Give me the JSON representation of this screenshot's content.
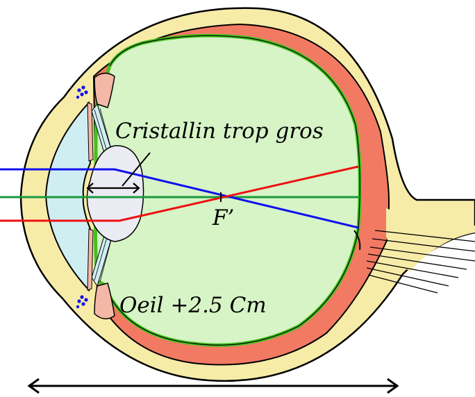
{
  "labels": {
    "lens_label": "Cristallin trop gros",
    "focal_point": "F’",
    "eye_label": "Oeil +2.5 Cm"
  },
  "colors": {
    "sclera": "#f7eba8",
    "choroid": "#f27a63",
    "retina": "#44c01f",
    "vitreous": "#d6f4c6",
    "cornea": "#cfeef2",
    "lens": "#ebebf4",
    "ciliary": "#f3b8a6",
    "ray_blue": "#1010ee",
    "ray_red": "#ee1010",
    "axis_green": "#1a9a3c"
  }
}
